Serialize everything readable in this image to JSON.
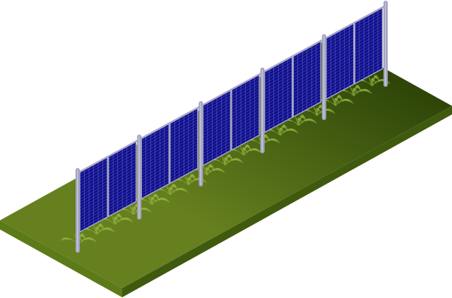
{
  "scene": {
    "subject": "solar-fence-illustration",
    "post_count": 6,
    "panels_per_bay": 2,
    "colors": {
      "ground_light": "#66801f",
      "ground_dark": "#2f4608",
      "ground_side": "#4d6614",
      "panel": "#0f0f8c",
      "panel_grid": "#6f6fd0",
      "frame": "#a8a8c8",
      "post": "#a3a3c0",
      "grass": "#8fb13a"
    }
  }
}
